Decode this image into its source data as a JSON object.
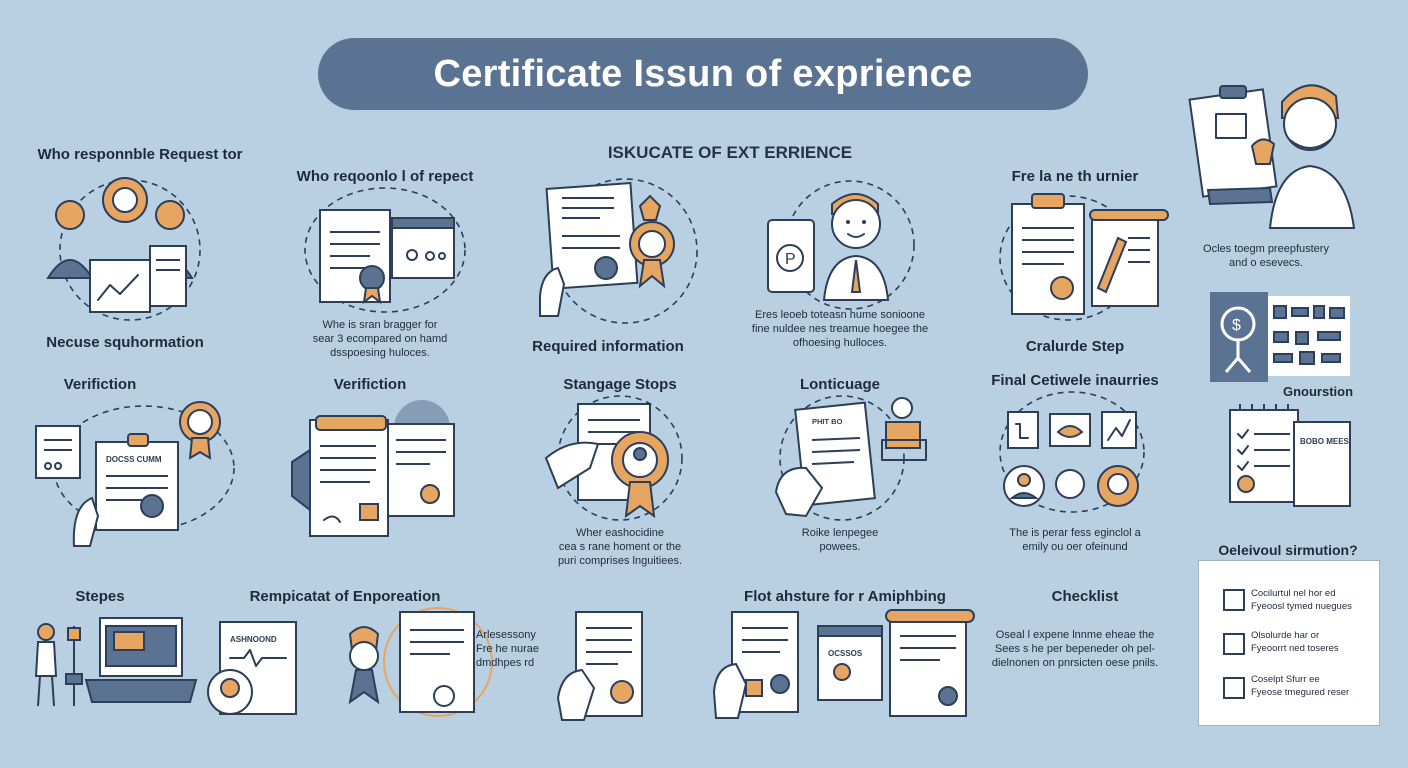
{
  "title": "Certificate Issun of exprience",
  "subtitle": "ISKUCATE OF EXT ERRIENCE",
  "row1": {
    "c1_top": "Who responnble Request tor",
    "c1_bottom": "Necuse squhormation",
    "c2_top": "Who reqoonlo l of repect",
    "c2_desc": [
      "Whe is sran bragger for",
      "sear 3 ecompared on hamd",
      "dsspoesing huloces."
    ],
    "c3_bottom": "Required information",
    "c4_desc": [
      "Eres leoeb toteasn hume sonioone",
      "fine nuldee nes treamue hoegee the",
      "ofhoesing hulloces."
    ],
    "c5_top": "Fre la  ne th urnier",
    "c5_bottom": "Cralurde Step",
    "c6_desc": [
      "Ocles toegm preepfustery",
      "and o esevecs."
    ]
  },
  "row2": {
    "c1": "Verifiction",
    "c2": "Verifiction",
    "c3": "Stangage Stops",
    "c3_desc": [
      "Wher eashocidine",
      "cea s rane homent or the",
      "puri comprises lnguitiees."
    ],
    "c4": "Lonticuage",
    "c4_desc": [
      "Roike lenpegee",
      "powees."
    ],
    "c5": "Final Cetiwele inaurries",
    "c5_desc": [
      "The is perar fess eginclol a",
      "emily ou oer ofeinund"
    ],
    "c6": "Gnourstion"
  },
  "row3": {
    "c1": "Stepes",
    "c2": "Rempicatat of Enporeation",
    "c3_desc": [
      "Arlesessony",
      "Fre he nurae",
      "dmdhpes rd"
    ],
    "c4": "Flot ahsture for r Amiphbing",
    "c5": "Checklist",
    "c5_desc": [
      "Oseal l expene lnnme eheae the",
      "Sees s he per bepeneder oh pel-",
      "dielnonen on pnrsicten oese pnils."
    ]
  },
  "doc_text": {
    "a": "DOCSS CUMM",
    "b": "ASHNOOND",
    "c": "OCSSOS",
    "d": "BOBO MEES",
    "e": "PHIT BO"
  },
  "checklist": {
    "title": "Oeleivoul sirmution?",
    "items": [
      {
        "line1": "Cocilurtul nel hor ed",
        "line2": "Fyeoosl tymed nuegues"
      },
      {
        "line1": "Olsolurde har or",
        "line2": "Fyeoorrt ned toseres"
      },
      {
        "line1": "Coselpt Sfurr ee",
        "line2": "Fyeose tmegured reser"
      }
    ]
  },
  "colors": {
    "background": "#b9d0e2",
    "title_bar": "#5b7393",
    "accent": "#e6a561",
    "ink": "#2c3e5a"
  }
}
